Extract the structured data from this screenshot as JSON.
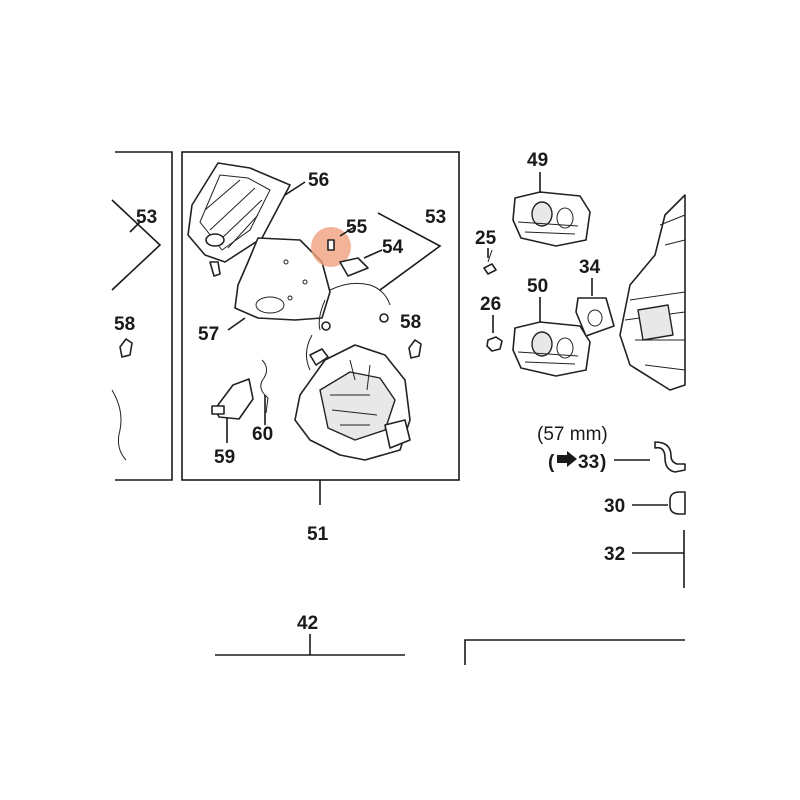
{
  "labels": {
    "l49": "49",
    "l50": "50",
    "l25": "25",
    "l26": "26",
    "l34": "34",
    "l53_left": "53",
    "l53_right": "53",
    "l56": "56",
    "l55": "55",
    "l54": "54",
    "l57": "57",
    "l58_left": "58",
    "l58_right": "58",
    "l59": "59",
    "l60": "60",
    "l51": "51",
    "l42": "42",
    "l30": "30",
    "l32": "32",
    "l33": "33",
    "size_note": "(57 mm)"
  },
  "colors": {
    "highlight": "#f0a080",
    "ink": "#1a1a1a"
  },
  "icons": {
    "arrow": "right-arrow-icon"
  }
}
